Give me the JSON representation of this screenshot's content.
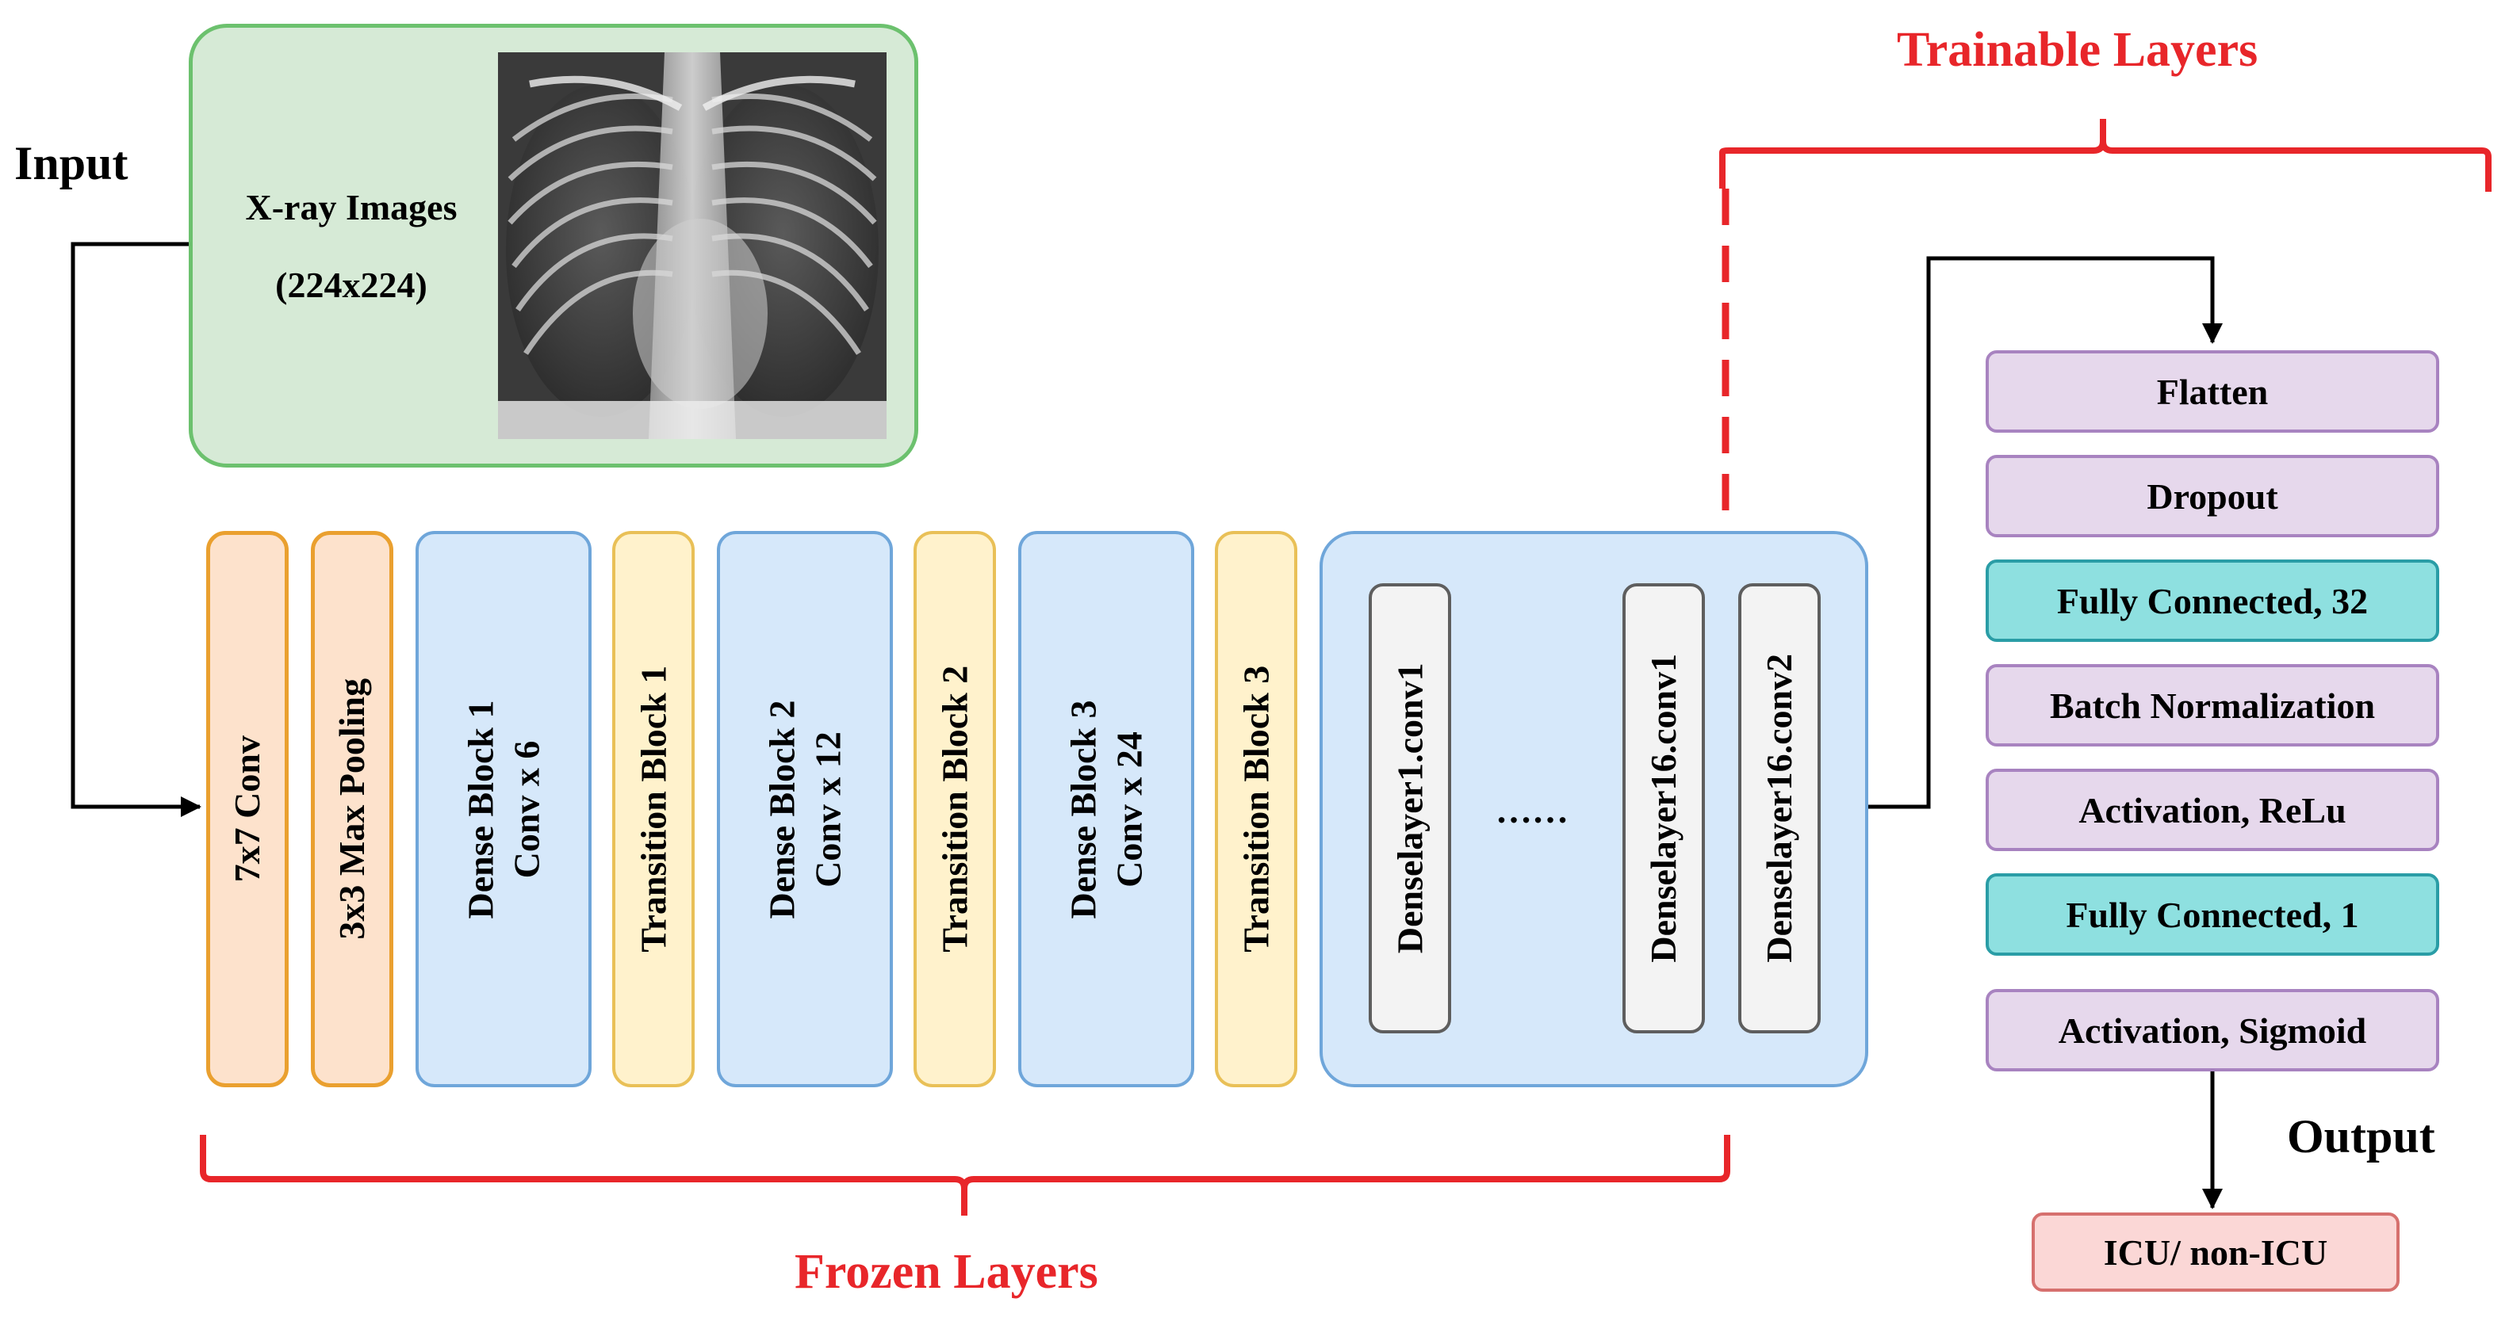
{
  "input": {
    "label": "Input",
    "caption_line1": "X-ray Images",
    "caption_line2": "(224x224)"
  },
  "blocks": [
    {
      "line1": "7x7 Conv",
      "line2": ""
    },
    {
      "line1": "3x3 Max Pooling",
      "line2": ""
    },
    {
      "line1": "Dense Block 1",
      "line2": "Conv x 6"
    },
    {
      "line1": "Transition Block 1",
      "line2": ""
    },
    {
      "line1": "Dense Block 2",
      "line2": "Conv x 12"
    },
    {
      "line1": "Transition Block 2",
      "line2": ""
    },
    {
      "line1": "Dense Block 3",
      "line2": "Conv x 24"
    },
    {
      "line1": "Transition Block 3",
      "line2": ""
    }
  ],
  "dense_block4": {
    "layer_first": "Denselayer1.conv1",
    "ellipsis": "……",
    "layer_conv1": "Denselayer16.conv1",
    "layer_conv2": "Denselayer16.conv2"
  },
  "head": [
    {
      "label": "Flatten",
      "kind": "purple"
    },
    {
      "label": "Dropout",
      "kind": "purple"
    },
    {
      "label": "Fully Connected, 32",
      "kind": "teal"
    },
    {
      "label": "Batch Normalization",
      "kind": "purple"
    },
    {
      "label": "Activation, ReLu",
      "kind": "purple"
    },
    {
      "label": "Fully Connected, 1",
      "kind": "teal"
    },
    {
      "label": "Activation, Sigmoid",
      "kind": "purple"
    }
  ],
  "output": {
    "label": "Output",
    "result": "ICU/ non-ICU"
  },
  "groups": {
    "trainable": "Trainable Layers",
    "frozen": "Frozen Layers"
  },
  "colors": {
    "bracket_red": "#e8262a",
    "arrow": "#000000"
  }
}
